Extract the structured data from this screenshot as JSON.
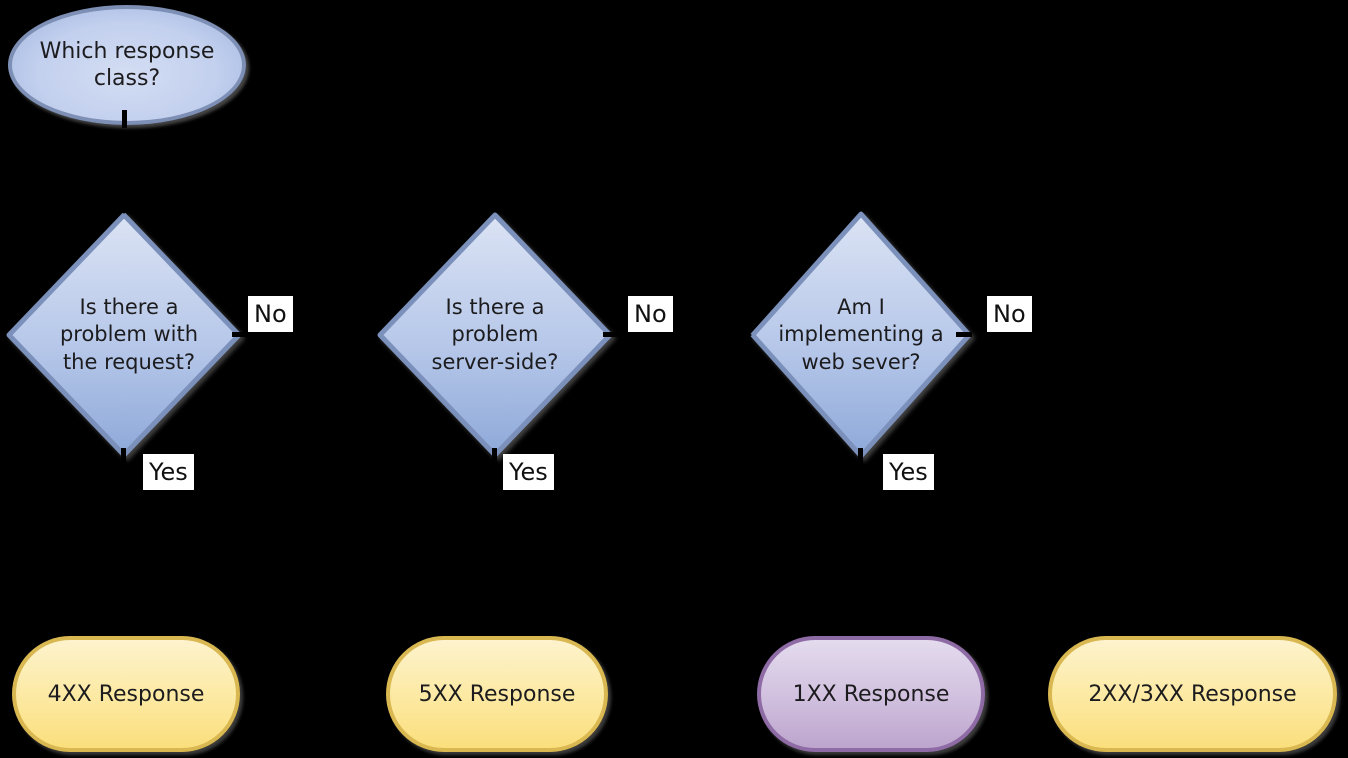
{
  "flowchart": {
    "title_hint": "HTTP response class decision flowchart",
    "start": {
      "shape": "ellipse",
      "label": "Which response\nclass?"
    },
    "decisions": [
      {
        "id": "d1",
        "label": "Is there a\nproblem with\nthe request?"
      },
      {
        "id": "d2",
        "label": "Is there a\nproblem\nserver-side?"
      },
      {
        "id": "d3",
        "label": "Am I\nimplementing a\nweb sever?"
      }
    ],
    "edge_labels": {
      "no1": "No",
      "yes1": "Yes",
      "no2": "No",
      "yes2": "Yes",
      "no3": "No",
      "yes3": "Yes"
    },
    "results": [
      {
        "id": "r4xx",
        "label": "4XX Response",
        "color_theme": "yellow"
      },
      {
        "id": "r5xx",
        "label": "5XX Response",
        "color_theme": "yellow"
      },
      {
        "id": "r1xx",
        "label": "1XX Response",
        "color_theme": "purple"
      },
      {
        "id": "r2xx",
        "label": "2XX/3XX Response",
        "color_theme": "yellow"
      }
    ],
    "colors": {
      "background": "#000000",
      "blue_fill_top": "#dbe3f4",
      "blue_fill_bottom": "#8ea9d9",
      "blue_border": "#7b90ba",
      "yellow_fill_top": "#fdf3cd",
      "yellow_fill_bottom": "#fbdf7d",
      "yellow_border": "#d9b851",
      "purple_fill_top": "#e4dbee",
      "purple_fill_bottom": "#bda5cd",
      "purple_border": "#8e6ba4",
      "label_background": "#ffffff",
      "text": "#1c1c1e"
    }
  }
}
